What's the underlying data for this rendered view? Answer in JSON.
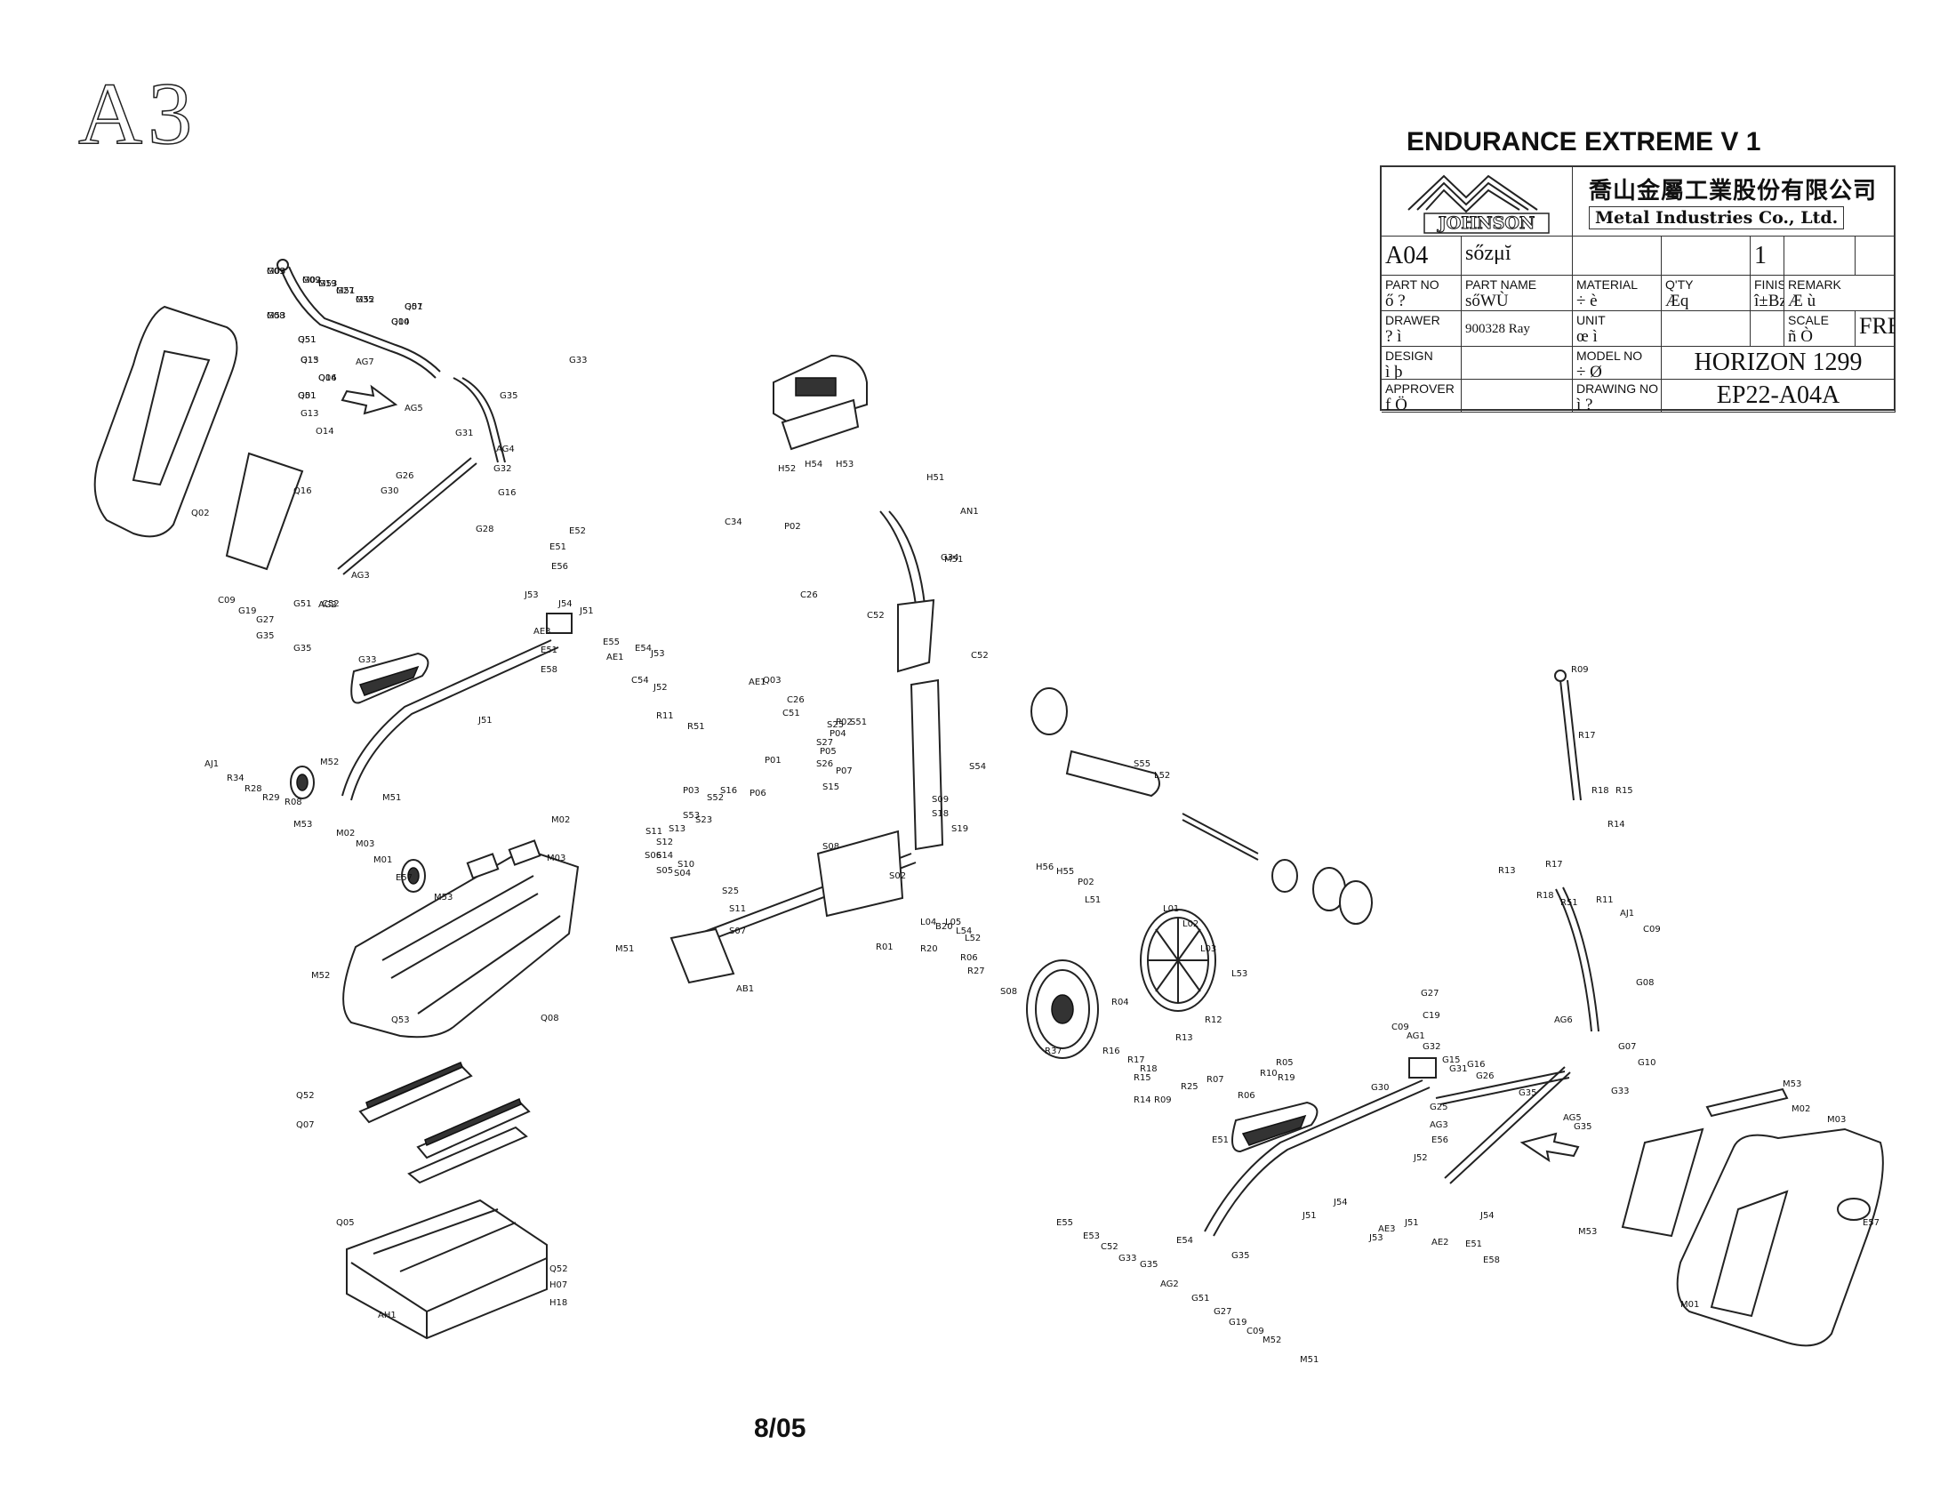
{
  "sheet_id": "A3",
  "title": "ENDURANCE EXTREME V 1",
  "footer_date": "8/05",
  "title_block": {
    "brand": "JOHNSON",
    "company_cn": "喬山金屬工業股份有限公司",
    "company_en": "Metal Industries Co., Ltd.",
    "part_no_value": "A04",
    "part_name_value": "sőzμĭ",
    "qty_value": "1",
    "headers": {
      "part_no": "PART NO",
      "part_name": "PART NAME",
      "material": "MATERIAL",
      "qty": "Q'TY",
      "finish": "FINISH",
      "remark": "REMARK"
    },
    "header_glyphs": {
      "part_no": "ő ?",
      "part_name": "sőWÙ",
      "material": "÷ è",
      "qty": "Æq",
      "finish": "î±Bz",
      "remark": "Æ ù"
    },
    "drawer_label": "DRAWER",
    "drawer_glyph": "? ì",
    "drawer_id": "900328",
    "drawer_name": "Ray",
    "unit_label": "UNIT",
    "unit_glyph": "œ ì",
    "scale_label": "SCALE",
    "scale_glyph": "ñ Ò",
    "scale_value": "FREE",
    "design_label": "DESIGN",
    "design_glyph": "ì þ",
    "model_label": "MODEL NO",
    "model_glyph": "÷ Ø",
    "model_value": "HORIZON 1299",
    "approver_label": "APPROVER",
    "approver_glyph": "f Ö",
    "drawing_label": "DRAWING NO",
    "drawing_glyph": "ì ?",
    "drawing_value": "EP22-A04A"
  },
  "callouts": [
    "G09",
    "G08",
    "G09",
    "G19",
    "G27",
    "G35",
    "G07",
    "G10",
    "G51",
    "G13",
    "O14",
    "G51",
    "G13",
    "O14",
    "Q02",
    "Q16",
    "AG7",
    "AG5",
    "G33",
    "G35",
    "G31",
    "AG4",
    "G32",
    "G16",
    "G30",
    "G26",
    "G28",
    "AG3",
    "G51",
    "C09",
    "G19",
    "G27",
    "G35",
    "AG2",
    "G35",
    "C52",
    "G33",
    "E52",
    "E51",
    "E56",
    "J53",
    "J54",
    "J51",
    "AE3",
    "E51",
    "E58",
    "J51",
    "E55",
    "AE1",
    "E54",
    "J53",
    "J52",
    "R11",
    "R51",
    "AJ1",
    "R34",
    "R28",
    "R29",
    "R08",
    "M52",
    "M51",
    "M53",
    "M02",
    "M03",
    "M01",
    "E57",
    "M53",
    "M02",
    "M03",
    "M51",
    "M52",
    "Q53",
    "Q08",
    "Q52",
    "Q07",
    "Q05",
    "Q52",
    "H07",
    "H18",
    "AH1",
    "H52",
    "H54",
    "H53",
    "H51",
    "AN1",
    "C34",
    "P02",
    "M51",
    "G34",
    "C26",
    "C52",
    "C52",
    "C54",
    "AE1",
    "Q03",
    "C26",
    "C51",
    "S25",
    "P02",
    "S51",
    "S27",
    "P05",
    "P04",
    "P01",
    "S26",
    "P07",
    "S15",
    "P06",
    "P03",
    "S16",
    "S52",
    "S53",
    "S23",
    "S11",
    "S13",
    "S12",
    "S14",
    "S06",
    "S10",
    "S05",
    "S04",
    "S25",
    "S11",
    "S07",
    "S08",
    "S02",
    "S09",
    "S18",
    "S19",
    "B20",
    "AB1",
    "S54",
    "S55",
    "L52",
    "H56",
    "H55",
    "P02",
    "L51",
    "L01",
    "L02",
    "L03",
    "L53",
    "L04",
    "L05",
    "L54",
    "L52",
    "R01",
    "R20",
    "R06",
    "R27",
    "S08",
    "R37",
    "R04",
    "R12",
    "R16",
    "R17",
    "R13",
    "R18",
    "R15",
    "R14",
    "R09",
    "R25",
    "R07",
    "R06",
    "R19",
    "R10",
    "R05",
    "R09",
    "R17",
    "R18",
    "R15",
    "R14",
    "R13",
    "R17",
    "R18",
    "R51",
    "R11",
    "AJ1",
    "C09",
    "G08",
    "AG6",
    "G07",
    "G10",
    "G33",
    "G35",
    "AG5",
    "G35",
    "G27",
    "C19",
    "C09",
    "AG1",
    "G32",
    "G15",
    "G31",
    "G16",
    "G26",
    "G30",
    "G25",
    "AG3",
    "E56",
    "E51",
    "J52",
    "J54",
    "J51",
    "AE3",
    "J51",
    "J54",
    "J53",
    "AE2",
    "E51",
    "E58",
    "E55",
    "E53",
    "C52",
    "G33",
    "E54",
    "G35",
    "AG2",
    "G35",
    "G51",
    "G27",
    "G19",
    "C09",
    "M52",
    "M51",
    "M53",
    "M02",
    "M03",
    "M53",
    "E57",
    "M01",
    "M03",
    "M53",
    "M02",
    "M53",
    "M51",
    "M52",
    "Q51",
    "Q04",
    "Q51",
    "Q15",
    "Q06",
    "Q01"
  ]
}
